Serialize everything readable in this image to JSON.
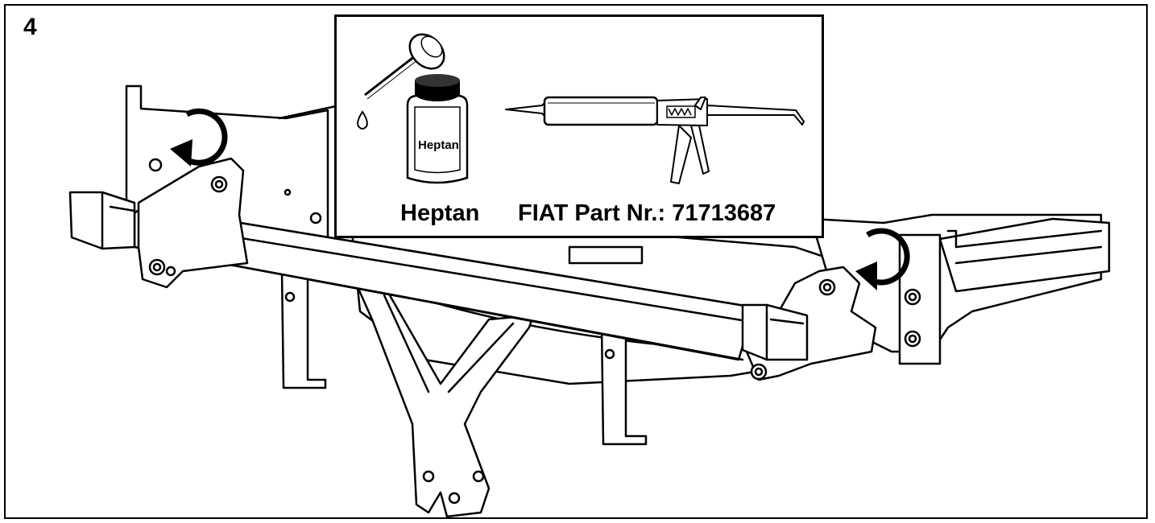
{
  "step": {
    "number": "4"
  },
  "inset": {
    "bottle_label": "Heptan",
    "heptan_caption": "Heptan",
    "part_caption": "FIAT Part Nr.: 71713687"
  },
  "icons": {
    "left_rotation": "counterclockwise-arrow-icon",
    "right_rotation": "counterclockwise-arrow-icon",
    "bottle": "heptan-bottle-icon",
    "applicator": "brush-applicator-icon",
    "drop": "drop-icon",
    "gun": "caulking-gun-icon"
  },
  "colors": {
    "line": "#000000",
    "background": "#ffffff"
  }
}
